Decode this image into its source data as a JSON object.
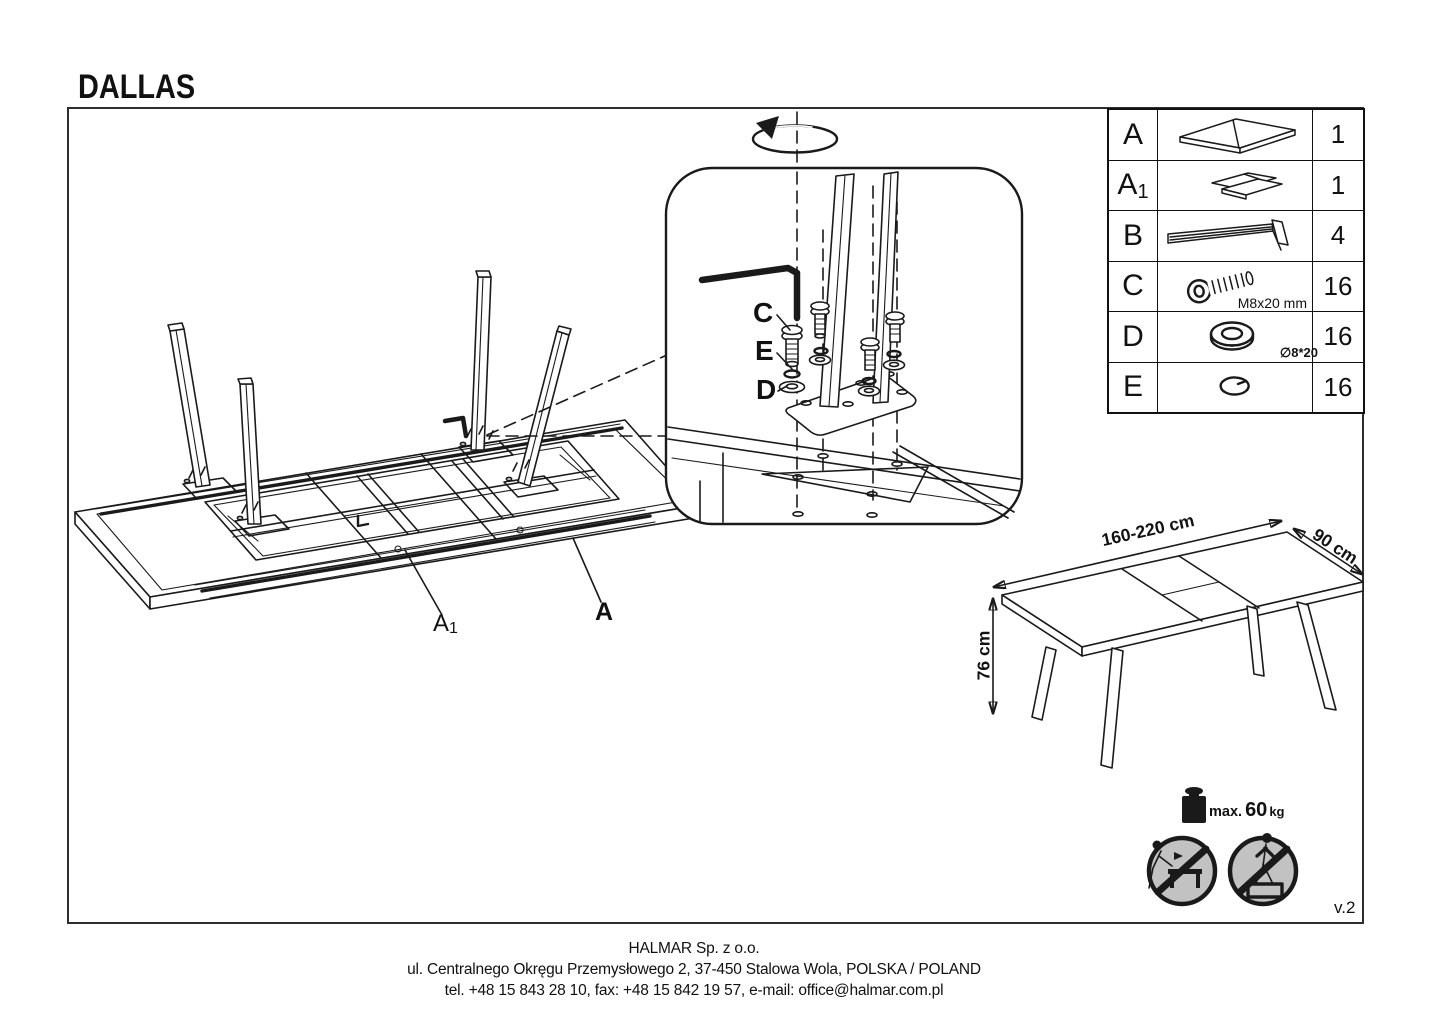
{
  "title": "DALLAS",
  "version_label": "v.2",
  "parts_table": {
    "rows": [
      {
        "label": "A",
        "sub": "",
        "qty": "1",
        "note": ""
      },
      {
        "label": "A",
        "sub": "1",
        "qty": "1",
        "note": ""
      },
      {
        "label": "B",
        "sub": "",
        "qty": "4",
        "note": ""
      },
      {
        "label": "C",
        "sub": "",
        "qty": "16",
        "note": "M8x20 mm"
      },
      {
        "label": "D",
        "sub": "",
        "qty": "16",
        "note": "∅8*20"
      },
      {
        "label": "E",
        "sub": "",
        "qty": "16",
        "note": ""
      }
    ]
  },
  "exploded_view": {
    "part_label_a1": {
      "main": "A",
      "sub": "1"
    },
    "part_label_a": "A"
  },
  "detail_callout": {
    "labels": {
      "screw": "C",
      "lock_washer": "E",
      "washer": "D"
    }
  },
  "assembled_view": {
    "dim_length": "160-220 cm",
    "dim_depth": "90 cm",
    "dim_height": "76 cm"
  },
  "load_limit": {
    "prefix": "max.",
    "value": "60",
    "unit": "kg"
  },
  "footer": {
    "company": "HALMAR Sp. z o.o.",
    "address": "ul. Centralnego Okręgu Przemysłowego 2, 37-450 Stalowa Wola, POLSKA / POLAND",
    "contact": "tel. +48 15 843 28 10, fax: +48 15 842 19 57, e-mail: office@halmar.com.pl"
  },
  "colors": {
    "ink": "#1a1a1a",
    "badge_gray": "#c2c2c2",
    "frame_border": "#2e2e2e"
  }
}
